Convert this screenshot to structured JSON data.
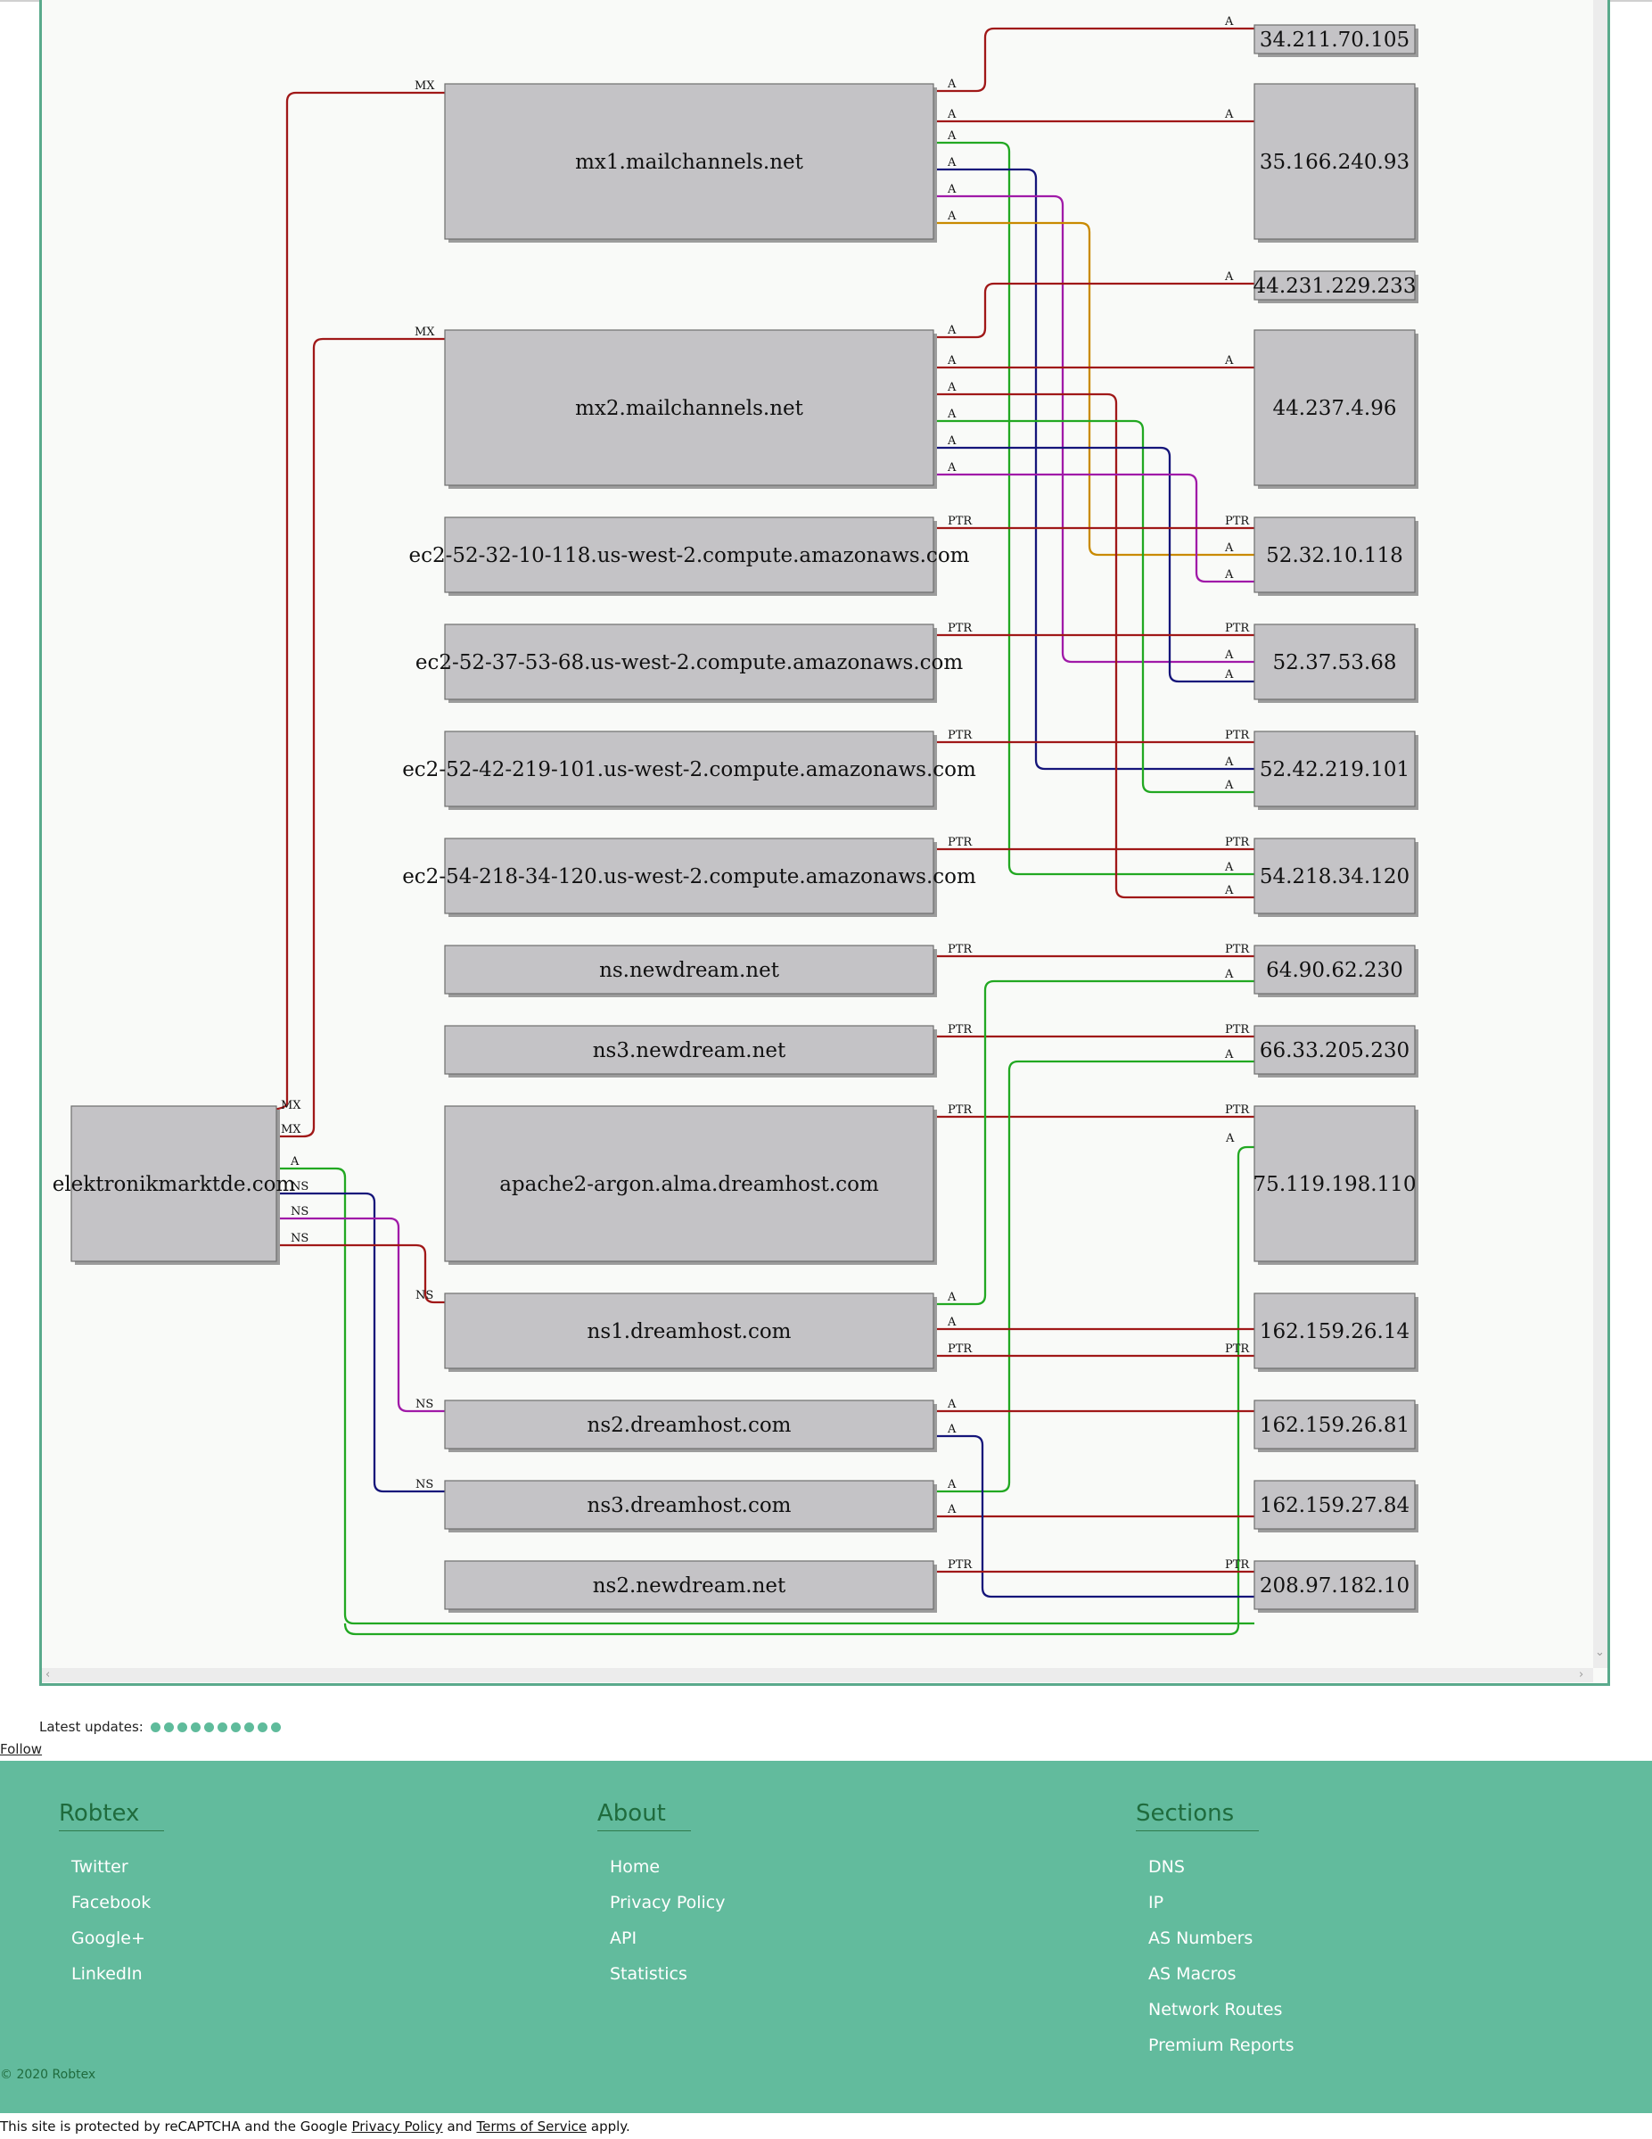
{
  "graph": {
    "nodes": [
      {
        "id": "mx1",
        "label": "mx1.mailchannels.net"
      },
      {
        "id": "mx2",
        "label": "mx2.mailchannels.net"
      },
      {
        "id": "ec2a",
        "label": "ec2-52-32-10-118.us-west-2.compute.amazonaws.com"
      },
      {
        "id": "ec2b",
        "label": "ec2-52-37-53-68.us-west-2.compute.amazonaws.com"
      },
      {
        "id": "ec2c",
        "label": "ec2-52-42-219-101.us-west-2.compute.amazonaws.com"
      },
      {
        "id": "ec2d",
        "label": "ec2-54-218-34-120.us-west-2.compute.amazonaws.com"
      },
      {
        "id": "nsnd",
        "label": "ns.newdream.net"
      },
      {
        "id": "ns3nd",
        "label": "ns3.newdream.net"
      },
      {
        "id": "apache",
        "label": "apache2-argon.alma.dreamhost.com"
      },
      {
        "id": "ns1dh",
        "label": "ns1.dreamhost.com"
      },
      {
        "id": "ns2dh",
        "label": "ns2.dreamhost.com"
      },
      {
        "id": "ns3dh",
        "label": "ns3.dreamhost.com"
      },
      {
        "id": "ns2nd",
        "label": "ns2.newdream.net"
      },
      {
        "id": "elek",
        "label": "elektronikmarktde.com"
      },
      {
        "id": "ip1",
        "label": "34.211.70.105"
      },
      {
        "id": "ip2",
        "label": "35.166.240.93"
      },
      {
        "id": "ip3",
        "label": "44.231.229.233"
      },
      {
        "id": "ip4",
        "label": "44.237.4.96"
      },
      {
        "id": "ip5",
        "label": "52.32.10.118"
      },
      {
        "id": "ip6",
        "label": "52.37.53.68"
      },
      {
        "id": "ip7",
        "label": "52.42.219.101"
      },
      {
        "id": "ip8",
        "label": "54.218.34.120"
      },
      {
        "id": "ip9",
        "label": "64.90.62.230"
      },
      {
        "id": "ip10",
        "label": "66.33.205.230"
      },
      {
        "id": "ip11",
        "label": "75.119.198.110"
      },
      {
        "id": "ip12",
        "label": "162.159.26.14"
      },
      {
        "id": "ip13",
        "label": "162.159.26.81"
      },
      {
        "id": "ip14",
        "label": "162.159.27.84"
      },
      {
        "id": "ip15",
        "label": "208.97.182.10"
      }
    ],
    "edge_types": [
      "MX",
      "A",
      "NS",
      "PTR"
    ],
    "colors": {
      "red": "#a01818",
      "green": "#22a822",
      "navy": "#15157a",
      "purple": "#a01aa8",
      "orange": "#c98a00"
    }
  },
  "latest_updates_label": "Latest updates:",
  "latest_updates_count": 10,
  "follow_label": "Follow",
  "footer": {
    "robtex": {
      "title": "Robtex",
      "items": [
        "Twitter",
        "Facebook",
        "Google+",
        "LinkedIn"
      ]
    },
    "about": {
      "title": "About",
      "items": [
        "Home",
        "Privacy Policy",
        "API",
        "Statistics"
      ]
    },
    "sections": {
      "title": "Sections",
      "items": [
        "DNS",
        "IP",
        "AS Numbers",
        "AS Macros",
        "Network Routes",
        "Premium Reports"
      ]
    },
    "copyright": "© 2020 Robtex"
  },
  "recaptcha": {
    "prefix": "This site is protected by reCAPTCHA and the Google",
    "privacy": "Privacy Policy",
    "and": "and",
    "terms": "Terms of Service",
    "suffix": "apply."
  }
}
